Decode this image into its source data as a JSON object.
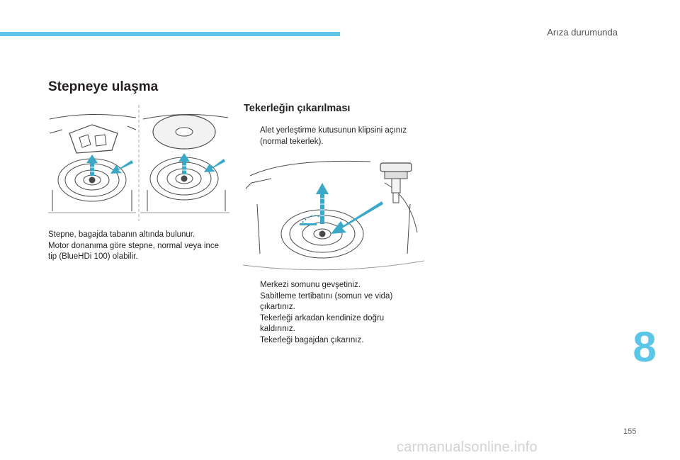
{
  "header": {
    "section": "Arıza durumunda"
  },
  "colors": {
    "accent": "#5bc6e8",
    "arrow": "#3aa8c8",
    "line": "#4a4a4a"
  },
  "left": {
    "title": "Stepneye ulaşma",
    "paragraph": [
      "Stepne, bagajda tabanın altında bulunur.",
      "Motor donanıma göre stepne, normal veya ince",
      "tip (BlueHDi 100) olabilir."
    ]
  },
  "right": {
    "title": "Tekerleğin çıkarılması",
    "marker": "",
    "steps_top": [
      {
        "lines": [
          "Alet yerleştirme kutusunun klipsini açınız",
          "(normal tekerlek)."
        ]
      }
    ],
    "steps_bottom": [
      {
        "lines": [
          "Merkezi somunu gevşetiniz."
        ]
      },
      {
        "lines": [
          "Sabitleme tertibatını (somun ve vida)",
          "çıkartınız."
        ]
      },
      {
        "lines": [
          "Tekerleği arkadan kendinize doğru",
          "kaldırınız."
        ]
      },
      {
        "lines": [
          "Tekerleği bagajdan çıkarınız."
        ]
      }
    ]
  },
  "chapter_number": "8",
  "page_number": "155",
  "watermark": "carmanualsonline.info"
}
